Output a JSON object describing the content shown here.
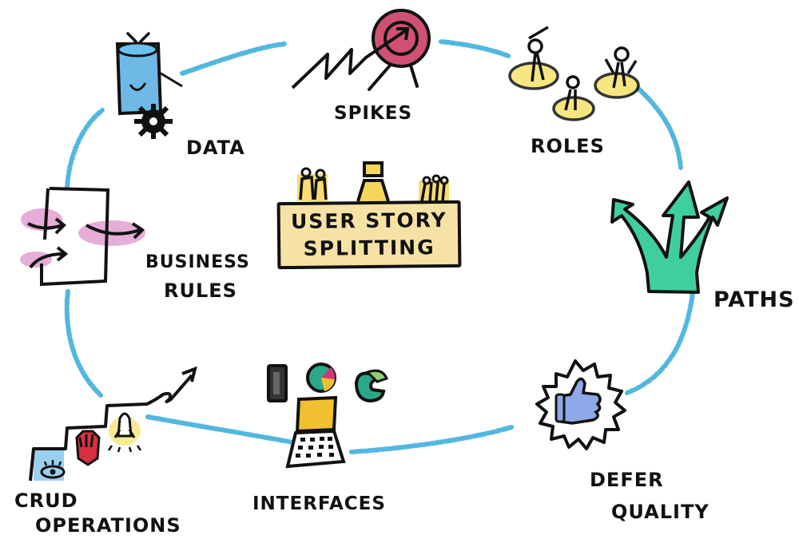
{
  "title": {
    "line1": "USER STORY",
    "line2": "SPLITTING"
  },
  "topics": {
    "data": "DATA",
    "spikes": "SPIKES",
    "roles": "ROLES",
    "paths": "PATHS",
    "defer_line1": "DEFER",
    "defer_line2": "QUALITY",
    "interfaces": "INTERFACES",
    "crud_line1": "CRUD",
    "crud_line2": "OPERATIONS",
    "business_line1": "BUSINESS",
    "business_line2": "RULES"
  },
  "icons": {
    "center": "team-at-table-icon",
    "data": "database-cylinder-with-gear-icon",
    "spikes": "target-with-zigzag-arrow-icon",
    "roles": "three-people-on-pedestals-icon",
    "paths": "three-way-arrow-icon",
    "defer_quality": "thumbs-up-badge-icon",
    "interfaces": "devices-laptop-phone-charts-icon",
    "crud_operations": "stairs-eye-hand-rocket-icon",
    "business_rules": "door-with-arrows-icon"
  },
  "colors": {
    "loop": "#3fb0dc",
    "ink": "#111111",
    "highlight_yellow": "#f4d65a",
    "center_fill": "#f7e2a6",
    "target_red": "#c8325a",
    "paths_green": "#3fcf9e",
    "database_blue": "#4aa8e0",
    "thumb_blue": "#8fa8e8",
    "business_pink": "#c84aa8",
    "interfaces_teal": "#2aa88a"
  }
}
